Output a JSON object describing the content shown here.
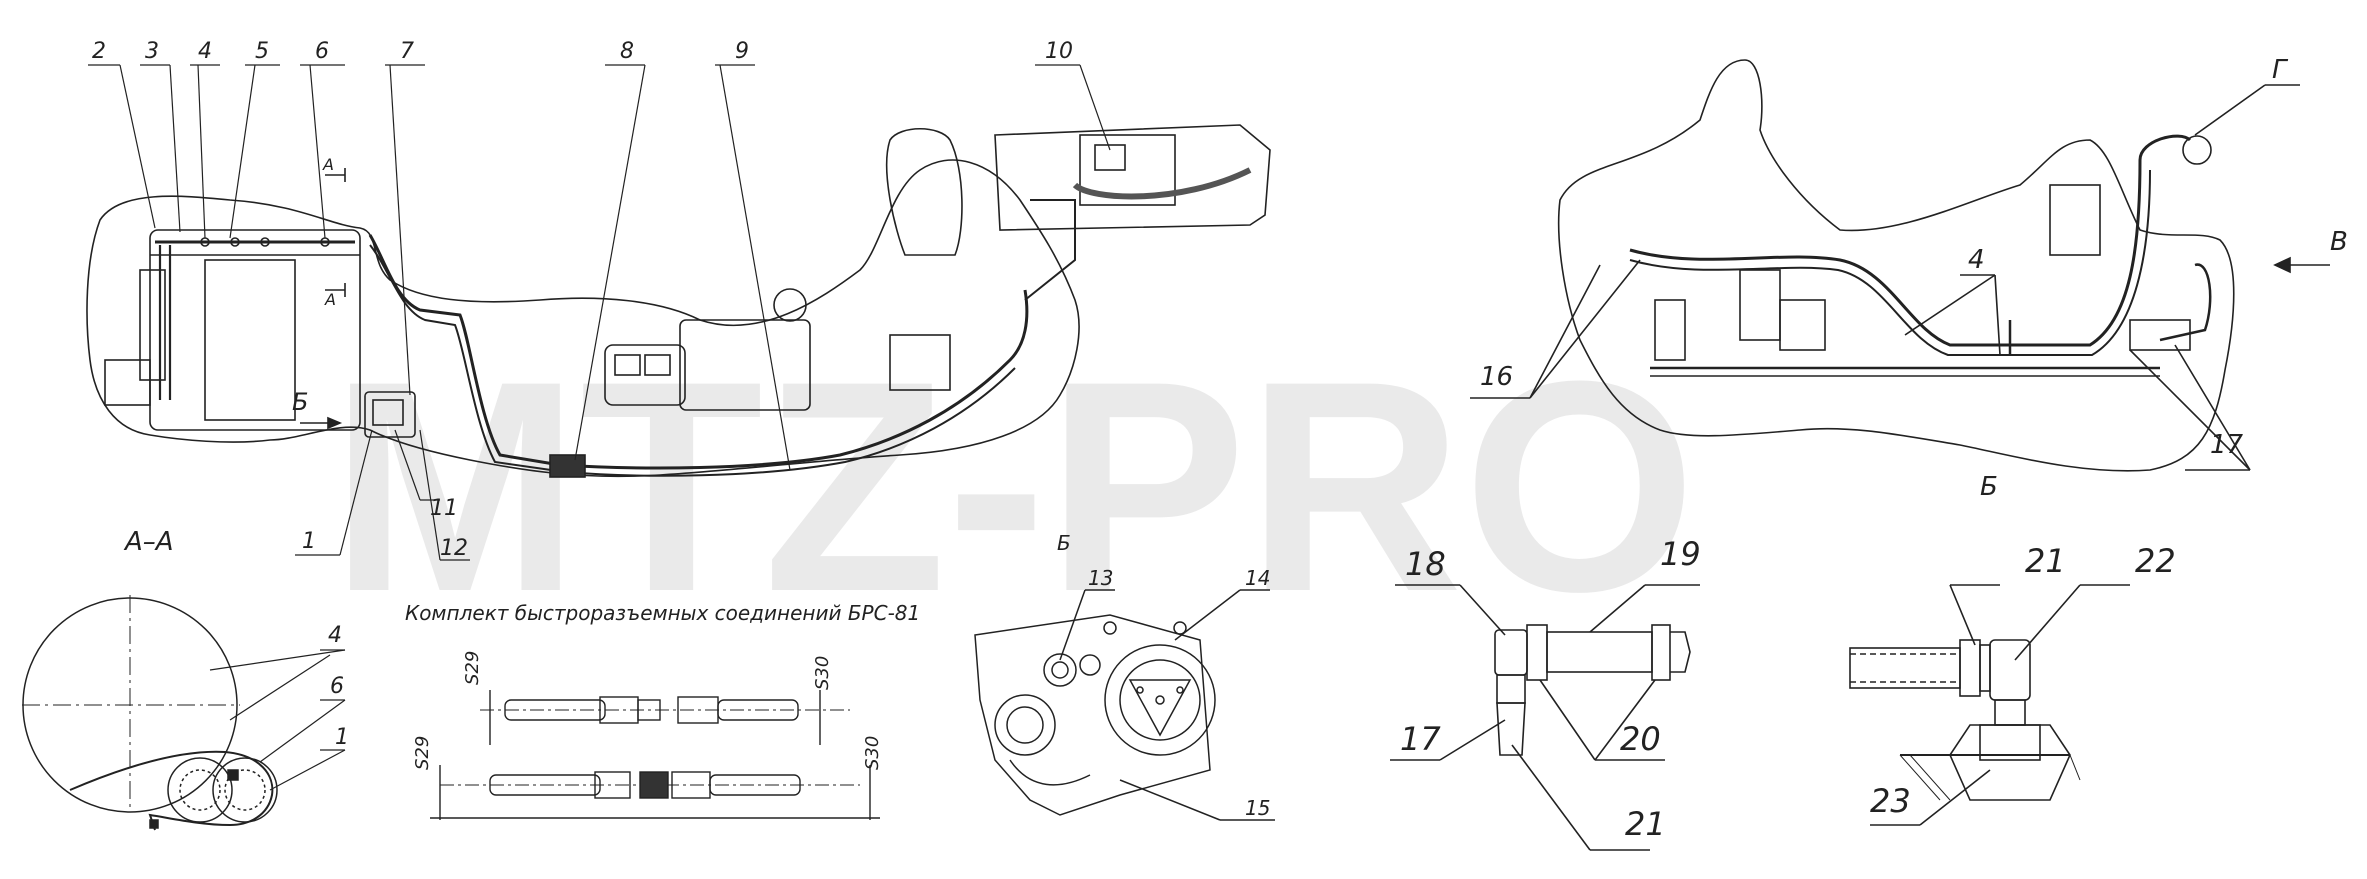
{
  "watermark": "MTZ-PRO",
  "kit_title": "Комплект быстроразъемных соединений БРС-81",
  "views": {
    "section_aa": "А–А",
    "view_b_left": "Б",
    "view_b_right": "Б",
    "view_b_detail": "Б",
    "view_v": "В",
    "view_g": "Г",
    "section_mark_top": "А",
    "section_mark_bottom": "А"
  },
  "dims": {
    "s29_top": "S29",
    "s30_top": "S30",
    "s29_bottom": "S29",
    "s30_bottom": "S30"
  },
  "callouts": {
    "c1": "1",
    "c2": "2",
    "c3": "3",
    "c4": "4",
    "c5": "5",
    "c6": "6",
    "c7": "7",
    "c8": "8",
    "c9": "9",
    "c10": "10",
    "c11": "11",
    "c12": "12",
    "c13": "13",
    "c14": "14",
    "c15": "15",
    "c16": "16",
    "c17": "17",
    "c18": "18",
    "c19": "19",
    "c20": "20",
    "c21a": "21",
    "c21b": "21",
    "c22": "22",
    "c23": "23",
    "s_c4": "4",
    "s_c6": "6",
    "s_c1": "1",
    "r_c4": "4",
    "r_c17": "17"
  },
  "colors": {
    "line": "#222222",
    "watermark": "#d9d9d9"
  }
}
